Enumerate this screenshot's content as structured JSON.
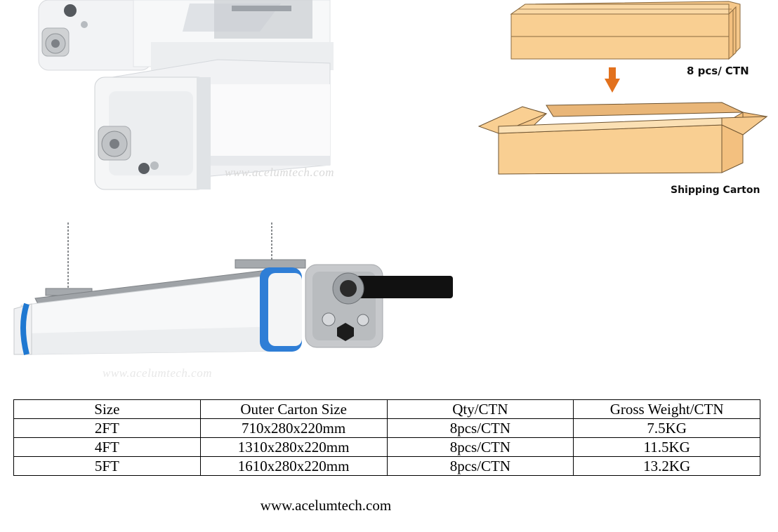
{
  "images": {
    "fixture_closeup_watermark": "www.acelumtech.com",
    "fixture_hanging_watermark": "www.acelumtech.com"
  },
  "packing": {
    "qty_label": "8 pcs/ CTN",
    "carton_label": "Shipping Carton",
    "box_color": "#f9cf92",
    "arrow_color": "#e2711d"
  },
  "table": {
    "headers": [
      "Size",
      "Outer Carton Size",
      "Qty/CTN",
      "Gross Weight/CTN"
    ],
    "rows": [
      [
        "2FT",
        "710x280x220mm",
        "8pcs/CTN",
        "7.5KG"
      ],
      [
        "4FT",
        "1310x280x220mm",
        "8pcs/CTN",
        "11.5KG"
      ],
      [
        "5FT",
        "1610x280x220mm",
        "8pcs/CTN",
        "13.2KG"
      ]
    ]
  },
  "footer": {
    "website": "www.acelumtech.com"
  }
}
